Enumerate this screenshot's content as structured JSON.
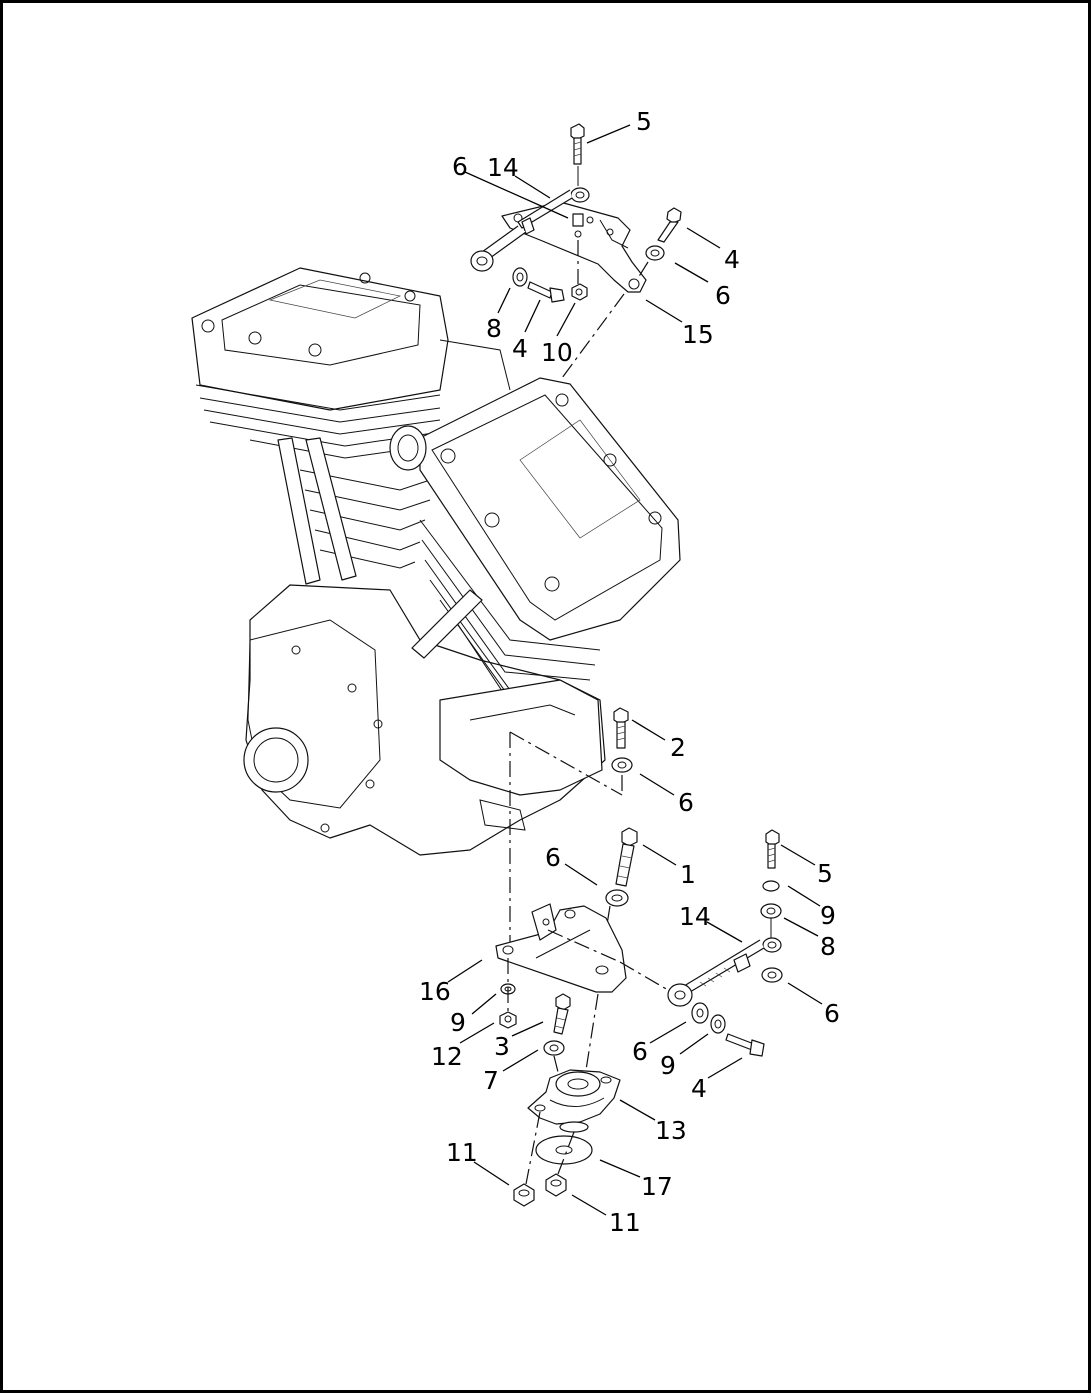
{
  "diagram": {
    "callouts": [
      {
        "id": "c-5-top",
        "label": "5"
      },
      {
        "id": "c-6-top",
        "label": "6"
      },
      {
        "id": "c-14-top",
        "label": "14"
      },
      {
        "id": "c-4-top",
        "label": "4"
      },
      {
        "id": "c-6-top-right",
        "label": "6"
      },
      {
        "id": "c-8-top",
        "label": "8"
      },
      {
        "id": "c-4-top-mid",
        "label": "4"
      },
      {
        "id": "c-10",
        "label": "10"
      },
      {
        "id": "c-15",
        "label": "15"
      },
      {
        "id": "c-2",
        "label": "2"
      },
      {
        "id": "c-6-mid",
        "label": "6"
      },
      {
        "id": "c-6-left",
        "label": "6"
      },
      {
        "id": "c-1",
        "label": "1"
      },
      {
        "id": "c-5-right",
        "label": "5"
      },
      {
        "id": "c-9-right",
        "label": "9"
      },
      {
        "id": "c-14-right",
        "label": "14"
      },
      {
        "id": "c-8-right",
        "label": "8"
      },
      {
        "id": "c-16",
        "label": "16"
      },
      {
        "id": "c-6-lower-right",
        "label": "6"
      },
      {
        "id": "c-9-left",
        "label": "9"
      },
      {
        "id": "c-3",
        "label": "3"
      },
      {
        "id": "c-12",
        "label": "12"
      },
      {
        "id": "c-6-lower",
        "label": "6"
      },
      {
        "id": "c-9-lower",
        "label": "9"
      },
      {
        "id": "c-7",
        "label": "7"
      },
      {
        "id": "c-4-lower",
        "label": "4"
      },
      {
        "id": "c-13",
        "label": "13"
      },
      {
        "id": "c-11-left",
        "label": "11"
      },
      {
        "id": "c-17",
        "label": "17"
      },
      {
        "id": "c-11-right",
        "label": "11"
      }
    ]
  }
}
